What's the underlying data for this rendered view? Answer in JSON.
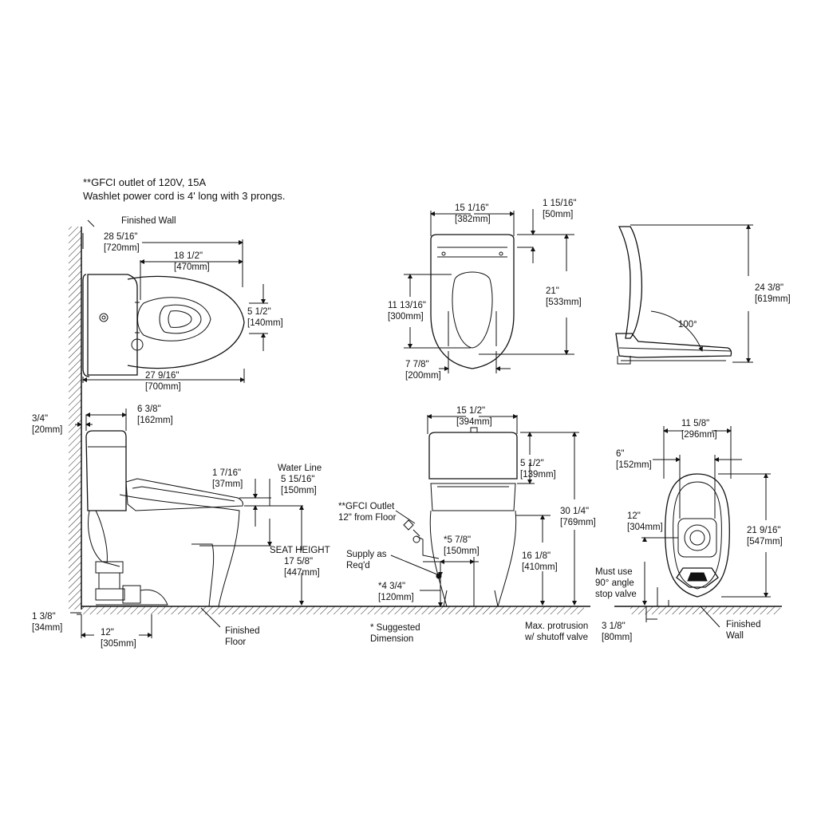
{
  "notes": {
    "line1": "**GFCI outlet of 120V, 15A",
    "line2": "Washlet power cord is 4' long with 3 prongs."
  },
  "labels": {
    "finished_wall_top": "Finished Wall",
    "top_28_5_16": "28 5/16\"",
    "top_720": "[720mm]",
    "top_18_1_2": "18 1/2\"",
    "top_470": "[470mm]",
    "top_5_1_2": "5 1/2\"",
    "top_140": "[140mm]",
    "top_27_9_16": "27 9/16\"",
    "top_700": "[700mm]",
    "front_15_1_16": "15 1/16\"",
    "front_382": "[382mm]",
    "front_1_15_16": "1 15/16\"",
    "front_50": "[50mm]",
    "front_21": "21\"",
    "front_533": "[533mm]",
    "front_11_13_16": "11 13/16\"",
    "front_300": "[300mm]",
    "front_7_7_8": "7 7/8\"",
    "front_200": "[200mm]",
    "seat_24_3_8": "24 3/8\"",
    "seat_619": "[619mm]",
    "seat_angle": "100°",
    "side_3_4": "3/4\"",
    "side_20": "[20mm]",
    "side_6_3_8": "6 3/8\"",
    "side_162": "[162mm]",
    "side_1_7_16": "1 7/16\"",
    "side_37": "[37mm]",
    "water_line": "Water Line",
    "side_5_15_16": "5 15/16\"",
    "side_150": "[150mm]",
    "seat_height": "SEAT HEIGHT",
    "side_17_5_8": "17 5/8\"",
    "side_447": "[447mm]",
    "side_1_3_8": "1 3/8\"",
    "side_34": "[34mm]",
    "side_12": "12\"",
    "side_305": "[305mm]",
    "finished_floor_1": "Finished",
    "finished_floor_2": "Floor",
    "gfci_outlet_1": "**GFCI Outlet",
    "gfci_outlet_2": "12\" from Floor",
    "supply_1": "Supply as",
    "supply_2": "Req'd",
    "fr_4_3_4": "*4 3/4\"",
    "fr_120": "[120mm]",
    "fr_5_7_8": "*5 7/8\"",
    "fr_150": "[150mm]",
    "fr_15_1_2": "15 1/2\"",
    "fr_394": "[394mm]",
    "fr_5_1_2": "5 1/2\"",
    "fr_139": "[139mm]",
    "fr_30_1_4": "30 1/4\"",
    "fr_769": "[769mm]",
    "fr_16_1_8": "16 1/8\"",
    "fr_410": "[410mm]",
    "suggested_1": "* Suggested",
    "suggested_2": "Dimension",
    "max_protrusion_1": "Max. protrusion",
    "max_protrusion_2": "w/ shutoff valve",
    "bk_11_5_8": "11 5/8\"",
    "bk_296": "[296mm]",
    "bk_6": "6\"",
    "bk_152": "[152mm]",
    "bk_12": "12\"",
    "bk_304": "[304mm]",
    "bk_21_9_16": "21 9/16\"",
    "bk_547": "[547mm]",
    "must_use_1": "Must use",
    "must_use_2": "90° angle",
    "must_use_3": "stop valve",
    "bk_3_1_8": "3 1/8\"",
    "bk_80": "[80mm]",
    "finished_wall_bk_1": "Finished",
    "finished_wall_bk_2": "Wall"
  }
}
